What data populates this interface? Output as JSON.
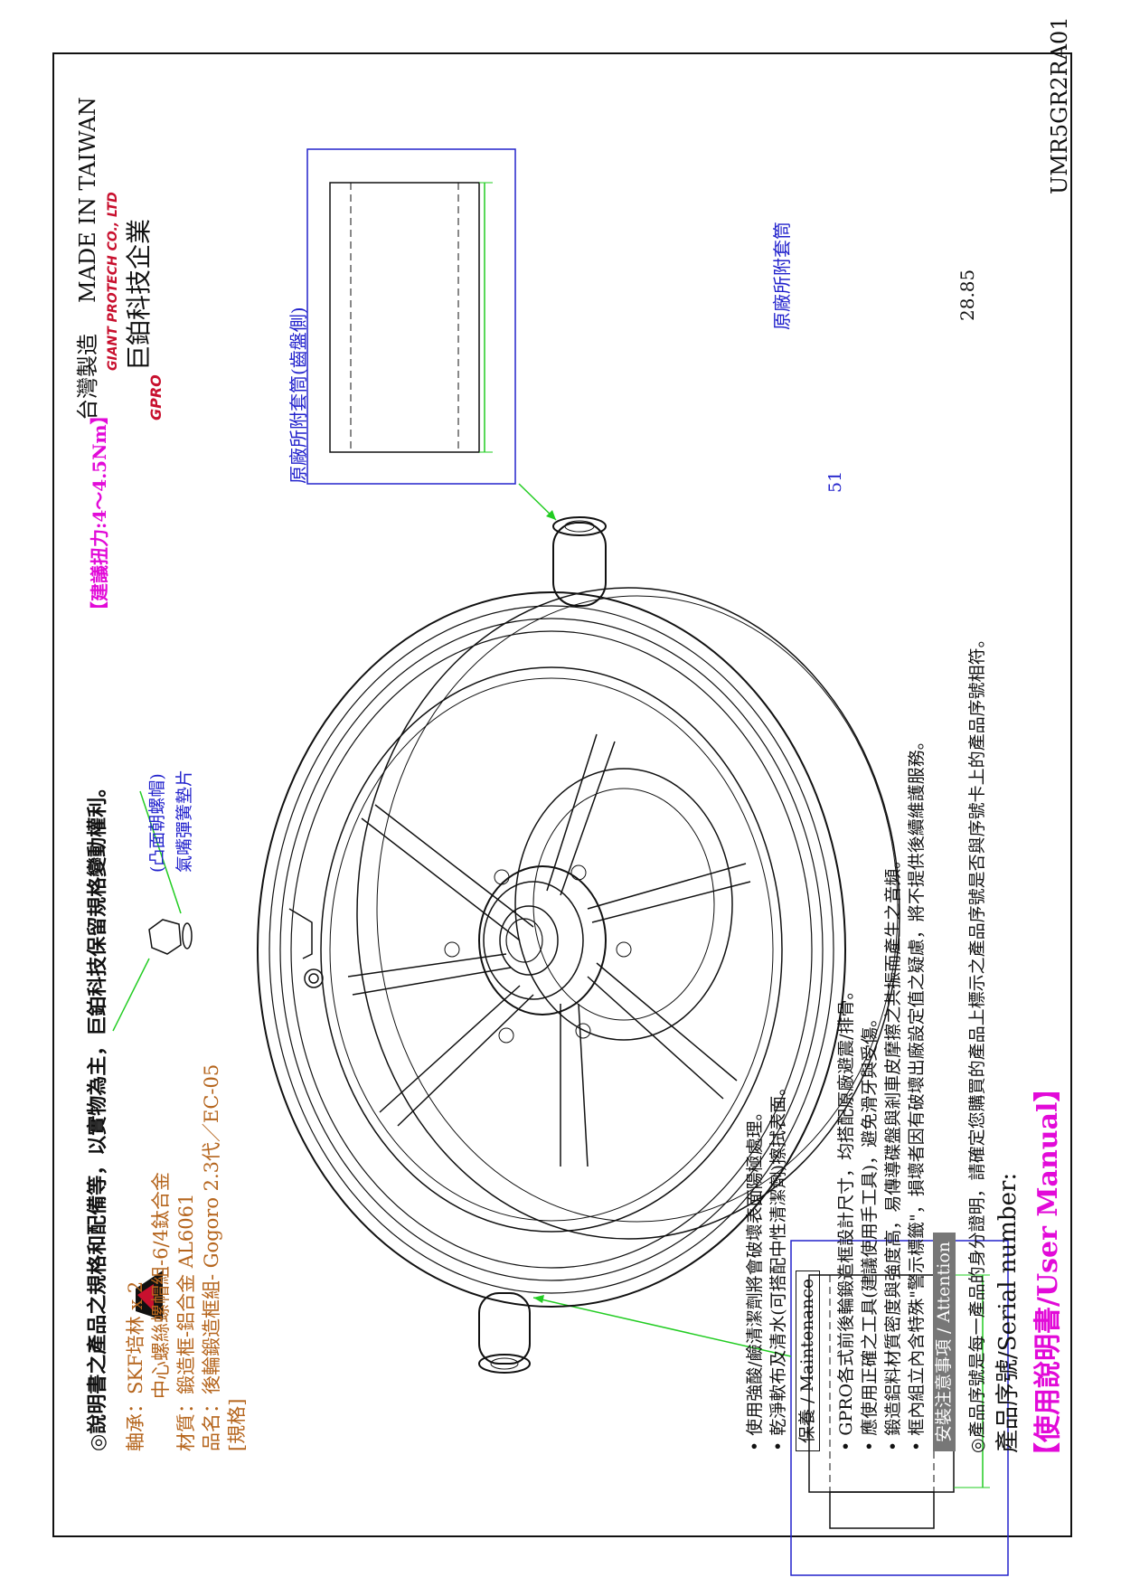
{
  "manual": {
    "title_bracket_open": "【",
    "title": "使用說明書/User Manual",
    "title_bracket_close": "】",
    "serial_heading": "產品序號/Serial number:",
    "serial_note": "◎產品序號是每一產品的身分證明，請確定您購買的產品上標示之產品序號是否與序號卡上的產品序號相符。",
    "attention_heading": "安裝注意事項 / Attention",
    "attention_items": [
      "框內組立內含特殊\"警示標籤\"，損壞者因有破壞出廠設定值之疑慮，將不提供後續維護服務。",
      "鍛造鋁料材質密度與強度高，易傳導碟盤與剎車皮摩擦之共振而產生之音頻。",
      "應使用正確之工具(建議使用手工具)，避免滑牙與受傷。",
      "GPRO各式前後輪鍛造框設計尺寸，均搭配原廠避震/排骨。"
    ],
    "maintenance_heading": "保養 / Maintenance",
    "maintenance_items": [
      "乾淨軟布及清水(可搭配中性清潔劑)擦拭表面。",
      "使用強酸/鹼清潔劑將會破壞表面陽極處理。"
    ],
    "bullet": "•"
  },
  "drawing": {
    "sleeve_disc_label": "原廠所附套筒(齒盤側)",
    "sleeve_disc_dim": "51",
    "sleeve_label": "原廠所附套筒",
    "sleeve_dim": "28.85",
    "washer_label_line1": "氣嘴彈簧墊片",
    "washer_label_line2": "(凸面朝螺帽)",
    "torque_label": "【建議扭力:4～4.5Nm】",
    "model_code": "UMR5GR2RA01"
  },
  "specs": {
    "heading": "[規格]",
    "rows": [
      {
        "key": "品名：",
        "value": "後輪鍛造框組- Gogoro 2.3代／EC-05"
      },
      {
        "key": "材質：",
        "value": "鍛造框-鋁合金 AL6061"
      },
      {
        "key": "",
        "value": "中心螺絲螺帽組-6/4鈦合金"
      },
      {
        "key": "軸承：",
        "value": "SKF培林 x 2"
      }
    ],
    "footnote": "◎說明書之產品之規格和配備等，以實物為主，巨鉑科技保留規格變動權利。"
  },
  "brand": {
    "logo_text": "GPRO",
    "company_zh": "巨鉑科技企業",
    "company_en": "GIANT PROTECH CO., LTD",
    "made_zh": "台灣製造",
    "made_en": "MADE IN TAIWAN"
  },
  "colors": {
    "accent_magenta": "#e20ad8",
    "spec_orange": "#b5651d",
    "label_blue": "#2222cc",
    "leader_green": "#22cc22",
    "badge_gray": "#777777",
    "logo_red": "#c8102e"
  }
}
